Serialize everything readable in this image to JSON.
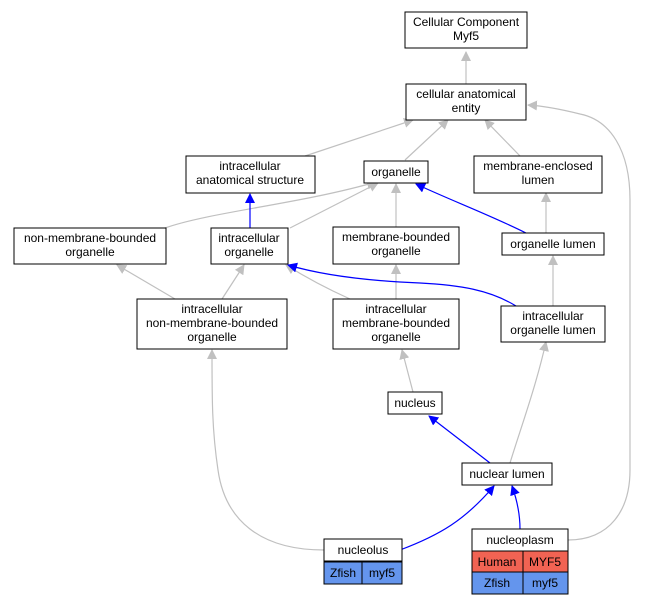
{
  "colors": {
    "gray_edge": "#c0c0c0",
    "blue_edge": "#0000ff",
    "human": "#f16353",
    "zfish": "#6495ed"
  },
  "nodes": {
    "root": [
      "Cellular Component",
      "Myf5"
    ],
    "cae": [
      "cellular anatomical",
      "entity"
    ],
    "ias": [
      "intracellular",
      "anatomical structure"
    ],
    "org": [
      "organelle"
    ],
    "mel": [
      "membrane-enclosed",
      "lumen"
    ],
    "nmbo": [
      "non-membrane-bounded",
      "organelle"
    ],
    "io": [
      "intracellular",
      "organelle"
    ],
    "mbo": [
      "membrane-bounded",
      "organelle"
    ],
    "ol": [
      "organelle lumen"
    ],
    "inmbo": [
      "intracellular",
      "non-membrane-bounded",
      "organelle"
    ],
    "imbo": [
      "intracellular",
      "membrane-bounded",
      "organelle"
    ],
    "iol": [
      "intracellular",
      "organelle lumen"
    ],
    "nuc": [
      "nucleus"
    ],
    "nl": [
      "nuclear lumen"
    ],
    "nucleolus": [
      "nucleolus"
    ],
    "nucleoplasm": [
      "nucleoplasm"
    ]
  },
  "annotations": {
    "nucleolus": [
      [
        "Zfish",
        "myf5"
      ]
    ],
    "nucleoplasm": [
      [
        "Human",
        "MYF5"
      ],
      [
        "Zfish",
        "myf5"
      ]
    ]
  }
}
